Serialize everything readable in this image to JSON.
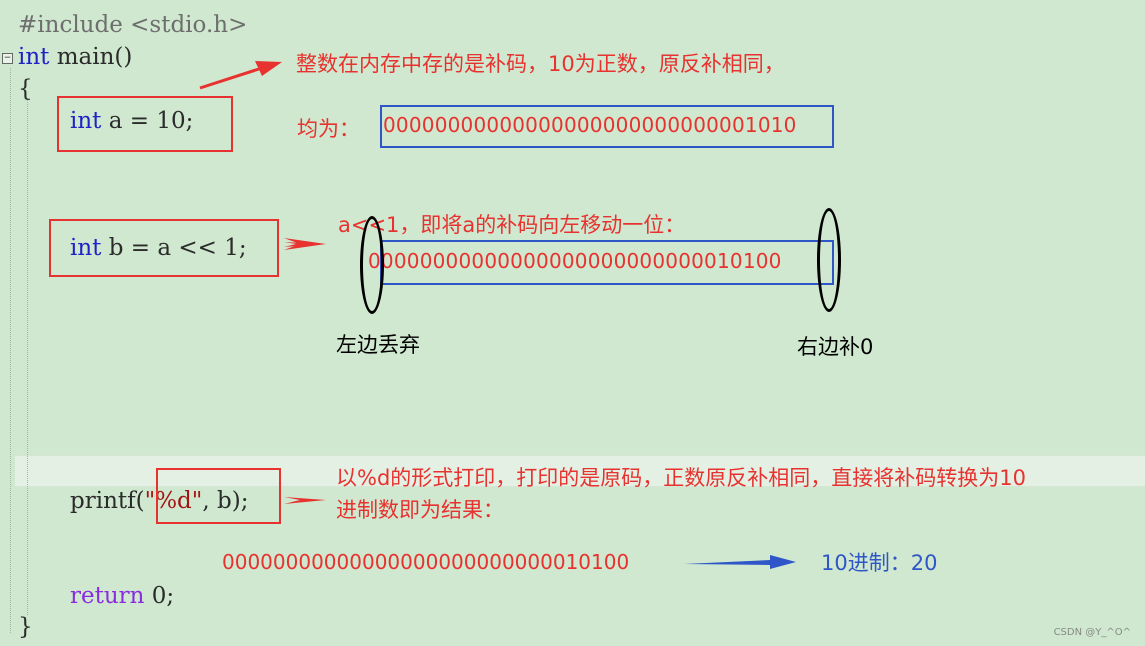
{
  "code": {
    "include_line": "#include <stdio.h>",
    "int_kw": "int",
    "main_rest": " main()",
    "open_brace": "{",
    "line_a": "int a = 10;",
    "line_a_kw": "int",
    "line_a_rest": " a = 10;",
    "line_b_kw": "int",
    "line_b_rest": " b = a << 1;",
    "printf_pre": "printf(",
    "printf_str": "\"%d\"",
    "printf_post": ", b);",
    "return_kw": "return",
    "return_rest": " 0;",
    "close_brace": "}"
  },
  "annotations": {
    "note_complement": "整数在内存中存的是补码，10为正数，原反补相同，",
    "note_equal": "均为：",
    "binary_10": "00000000000000000000000000001010",
    "note_shift": "a<<1，即将a的补码向左移动一位：",
    "binary_shifted": "00000000000000000000000000010100",
    "left_discard": "左边丢弃",
    "right_fill": "右边补0",
    "note_print_line1": "以%d的形式打印，打印的是原码，正数原反补相同，直接将补码转换为10",
    "note_print_line2": "进制数即为结果：",
    "binary_result": "00000000000000000000000000010100",
    "decimal_result": "10进制：20"
  },
  "watermark": "CSDN @Y_^O^",
  "colors": {
    "background": "#cfe8cf",
    "annotation_red": "#e8322f",
    "annotation_blue": "#2f56c8",
    "keyword": "#1f22c8"
  }
}
